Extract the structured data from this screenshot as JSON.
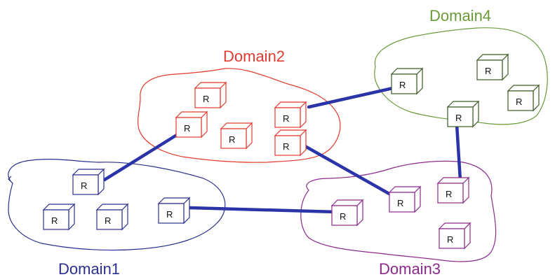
{
  "colors": {
    "domain1": "#2b2f8f",
    "domain2": "#e23a2e",
    "domain3": "#8b2a8c",
    "domain4": "#6a9a3a",
    "link": "#2a34a8"
  },
  "domains": [
    {
      "label": "Domain1"
    },
    {
      "label": "Domain2"
    },
    {
      "label": "Domain3"
    },
    {
      "label": "Domain4"
    }
  ],
  "router_label": "R"
}
